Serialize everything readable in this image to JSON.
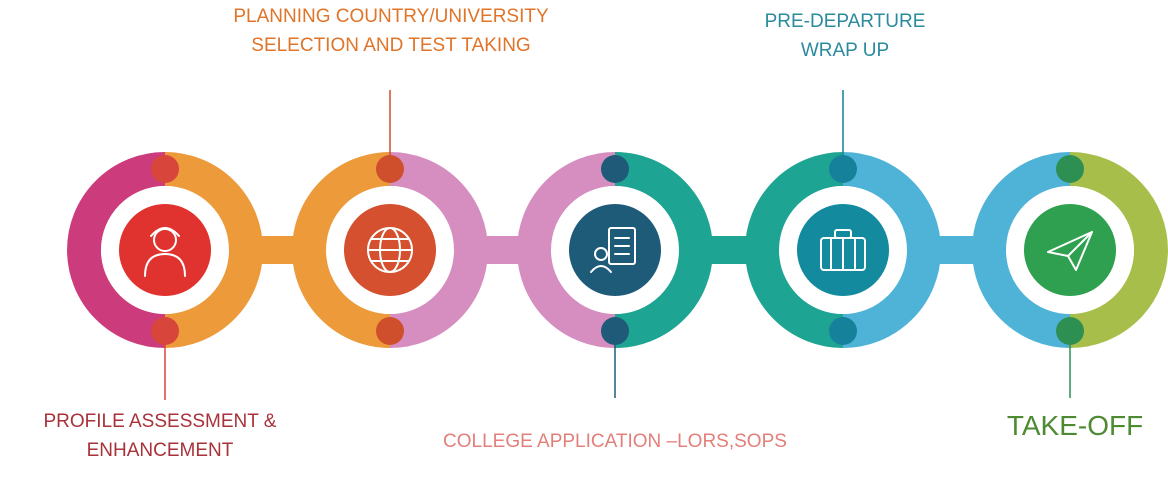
{
  "steps": [
    {
      "id": "profile",
      "label_lines": [
        "PROFILE ASSESSMENT &",
        "ENHANCEMENT"
      ],
      "label_color": "#a8323a",
      "icon": "person-icon",
      "center_color": "#e0322e",
      "dot_color": "#d8453a",
      "ring_top": "#cc3c7c",
      "ring_bottom": "#d84a8c"
    },
    {
      "id": "planning",
      "label_lines": [
        "PLANNING COUNTRY/UNIVERSITY",
        "SELECTION AND TEST TAKING"
      ],
      "label_color": "#e07428",
      "icon": "globe-icon",
      "center_color": "#d4502e",
      "dot_color": "#cf4e2c",
      "ring_top": "#ec9a3a",
      "ring_bottom": "#ec9a3a"
    },
    {
      "id": "application",
      "label_lines": [
        "COLLEGE APPLICATION –LORS,SOPS"
      ],
      "label_color": "#e37f7a",
      "icon": "document-icon",
      "center_color": "#1e5b79",
      "dot_color": "#1f5a78",
      "ring_top": "#d68ec0",
      "ring_bottom": "#d68ec0"
    },
    {
      "id": "predeparture",
      "label_lines": [
        "PRE-DEPARTURE",
        "WRAP UP"
      ],
      "label_color": "#2a8a9e",
      "icon": "suitcase-icon",
      "center_color": "#138a9e",
      "dot_color": "#16819a",
      "ring_top": "#1ea493",
      "ring_bottom": "#1ea493"
    },
    {
      "id": "takeoff",
      "label_lines": [
        "TAKE-OFF"
      ],
      "label_color": "#4d8a32",
      "icon": "paper-plane-icon",
      "center_color": "#2fa050",
      "dot_color": "#2e8f52",
      "ring_top": "#4fb3d8",
      "ring_bottom": "#4fb3d8"
    }
  ],
  "colors": {
    "connector_2": "#ec9a3a",
    "connector_3": "#d68ec0",
    "connector_4": "#1ea493",
    "connector_5": "#4fb3d8",
    "ring_end": "#a8be4a"
  }
}
